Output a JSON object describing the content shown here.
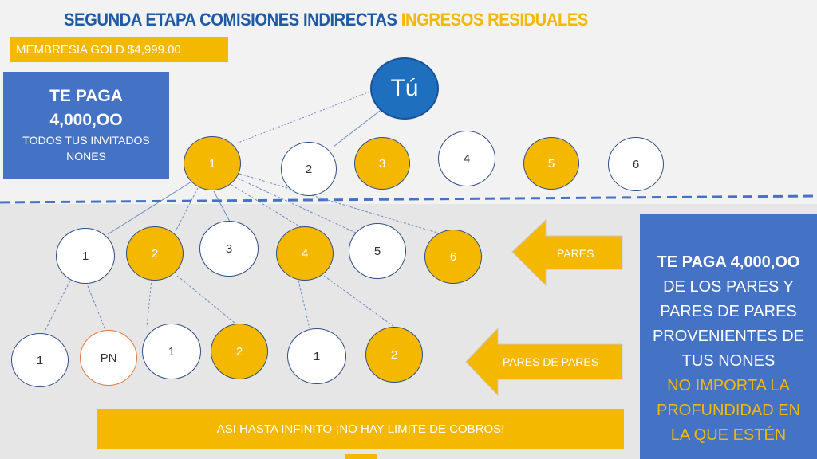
{
  "title": {
    "main": "SEGUNDA ETAPA COMISIONES INDIRECTAS",
    "accent": "INGRESOS RESIDUALES"
  },
  "membership_label": "MEMBRESIA GOLD $4,999.00",
  "pay_box_1": {
    "line1": "TE PAGA",
    "line2": "4,000,OO",
    "line3": "TODOS TUS INVITADOS",
    "line4": "NONES"
  },
  "you_label": "Tú",
  "level1": [
    "1",
    "2",
    "3",
    "4",
    "5",
    "6"
  ],
  "level2": [
    "1",
    "2",
    "3",
    "4",
    "5",
    "6"
  ],
  "level3": [
    "1",
    "PN",
    "1",
    "2",
    "1",
    "2"
  ],
  "arrows": {
    "pairs": "PARES",
    "pairs_of_pairs": "PARES DE PARES"
  },
  "pay_box_2": {
    "line1": "TE PAGA 4,000,OO",
    "line2": "DE LOS PARES Y",
    "line3": "PARES DE PARES",
    "line4": "PROVENIENTES DE",
    "line5": "TUS NONES",
    "line6": "NO IMPORTA LA",
    "line7": "PROFUNDIDAD EN",
    "line8": "LA QUE ESTÉN"
  },
  "infinite_label": "ASI HASTA INFINITO ¡NO HAY LIMITE  DE COBROS!",
  "colors": {
    "gold": "#f5b800",
    "blue": "#4472c4",
    "you": "#1f6fbf",
    "dashed": "#4472c4",
    "pn_border": "#e2793d"
  }
}
